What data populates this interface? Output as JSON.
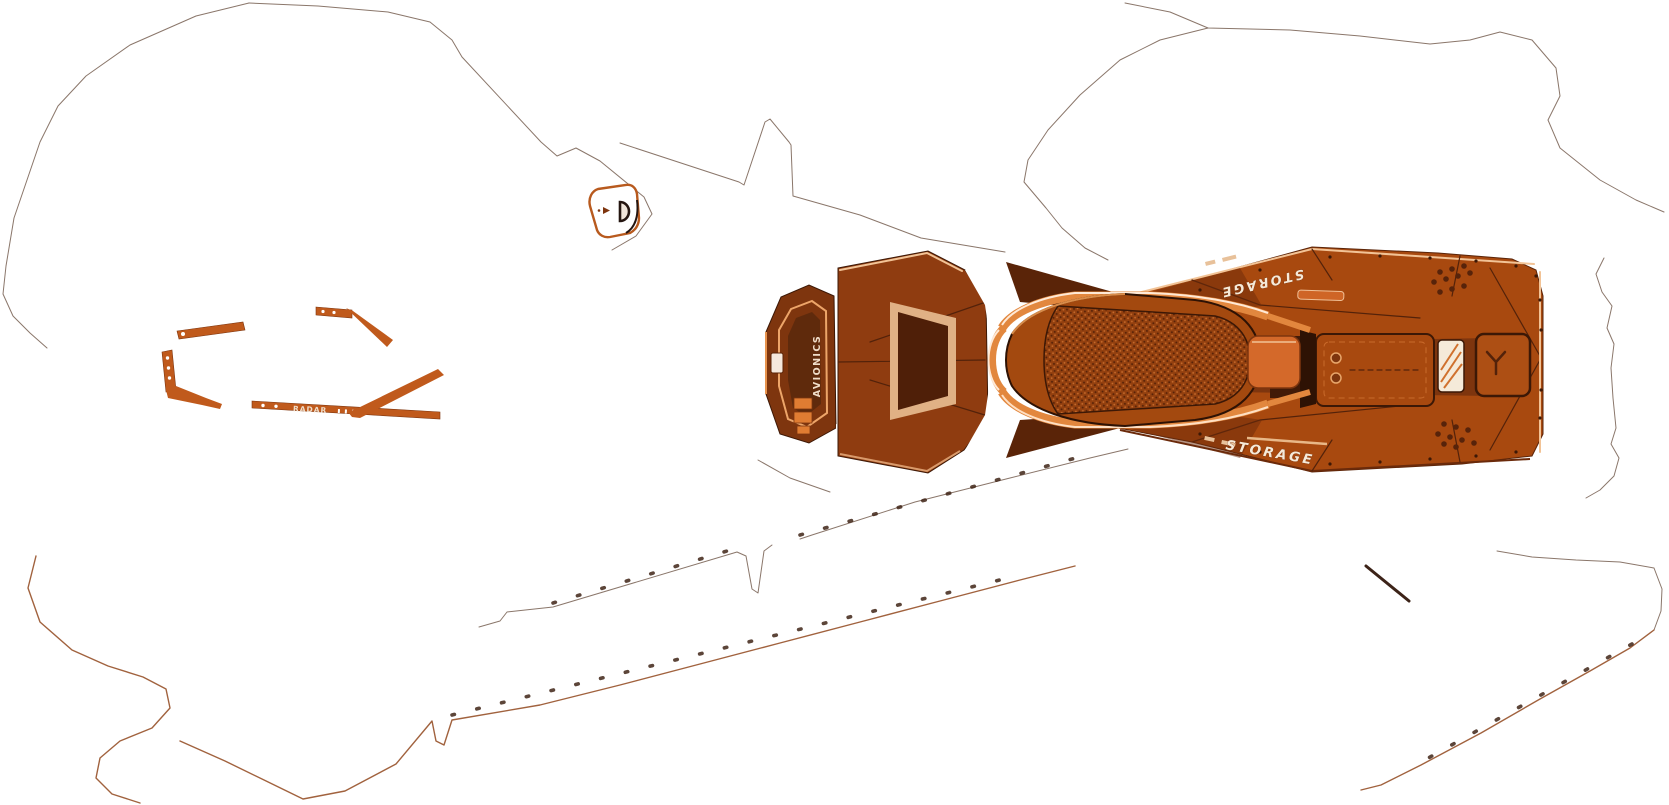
{
  "scene": {
    "type": "3d-concept-render",
    "subject": "Top-down view of a sci-fi hoverbike with overexposed white wing panels on a white background",
    "background_color": "#ffffff"
  },
  "labels": {
    "avionics": "AVIONICS",
    "storage_top": "STORAGE",
    "storage_bottom": "STORAGE",
    "radar": "RADAR"
  },
  "colors": {
    "hull_base": "#a8490f",
    "hull_mid": "#8f3c10",
    "hull_dark": "#6b2a0a",
    "hull_deep_shadow": "#2e1204",
    "hull_bright": "#d96f2a",
    "rail_orange": "#e2873e",
    "edge_highlight": "#f2c396",
    "label_text": "#f6ead8",
    "faint_outline": "#7d675a",
    "rivet": "#3f2516",
    "strip_orange": "#c05a1c"
  }
}
